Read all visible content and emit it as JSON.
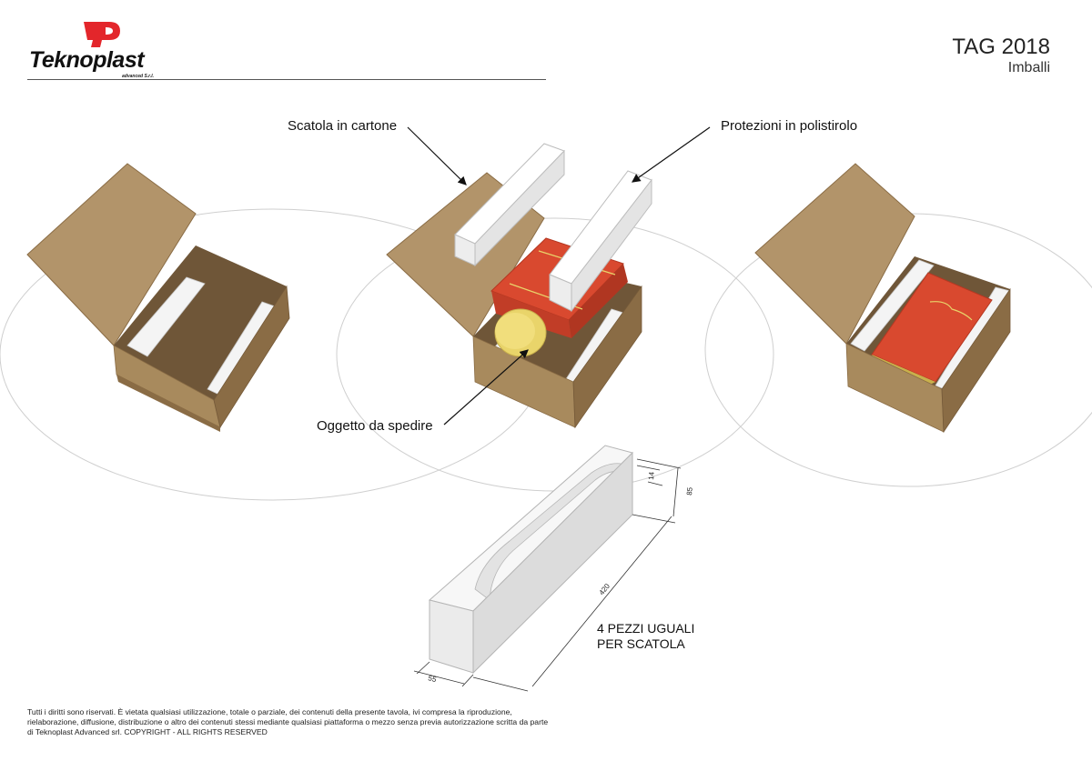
{
  "brand": {
    "name": "Teknoplast",
    "tagline": "advanced S.r.l.",
    "logo_color": "#e3262b"
  },
  "header": {
    "title": "TAG 2018",
    "subtitle": "Imballi"
  },
  "callouts": {
    "box": "Scatola in cartone",
    "foam": "Protezioni in polistirolo",
    "item": "Oggetto da spedire"
  },
  "detail": {
    "note_line1": "4 PEZZI UGUALI",
    "note_line2": "PER SCATOLA",
    "dimensions": {
      "length": "420",
      "width": "55",
      "height": "85",
      "groove": "14"
    }
  },
  "footer": {
    "text": "Tutti i diritti sono riservati. È vietata qualsiasi utilizzazione, totale o parziale, dei contenuti della presente tavola, ivi compresa la riproduzione, rielaborazione, diffusione, distribuzione o altro dei contenuti stessi mediante qualsiasi piattaforma o mezzo senza previa autorizzazione scritta da parte di Teknoplast Advanced srl. COPYRIGHT - ALL RIGHTS RESERVED"
  },
  "colors": {
    "cardboard": "#a98a5e",
    "cardboard_dark": "#8a6c45",
    "cardboard_inner": "#6f5638",
    "foam": "#f2f2f2",
    "product_red": "#d9492f",
    "product_gold": "#e9d46a"
  }
}
